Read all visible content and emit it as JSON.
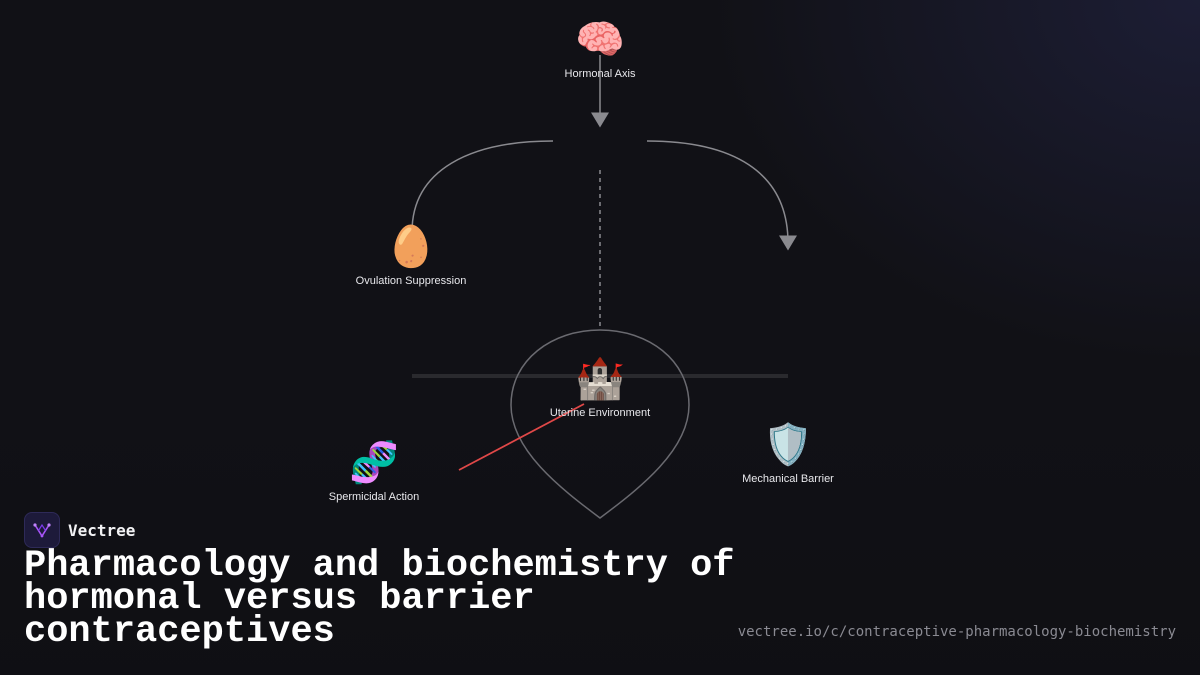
{
  "diagram": {
    "nodes": [
      {
        "id": "hormonal",
        "icon": "brain-icon",
        "emoji": "🧠",
        "label": "Hormonal Axis"
      },
      {
        "id": "ovulation",
        "icon": "egg-icon",
        "emoji": "🥚",
        "label": "Ovulation Suppression"
      },
      {
        "id": "uterine",
        "icon": "castle-icon",
        "emoji": "🏰",
        "label": "Uterine Environment"
      },
      {
        "id": "mechanical",
        "icon": "shield-icon",
        "emoji": "🛡️",
        "label": "Mechanical Barrier"
      },
      {
        "id": "spermicidal",
        "icon": "dna-icon",
        "emoji": "🧬",
        "label": "Spermicidal Action"
      }
    ],
    "colors": {
      "connector": "#8a8a8f",
      "accent_line": "#e04848",
      "shield_outline": "#6a6a70",
      "crossbar": "#2a2a2e"
    }
  },
  "brand": {
    "name": "Vectree",
    "logo_icon": "vectree-logo-icon",
    "logo_color": "#a855f7"
  },
  "title": "Pharmacology and biochemistry of hormonal versus barrier contraceptives",
  "url": "vectree.io/c/contraceptive-pharmacology-biochemistry"
}
